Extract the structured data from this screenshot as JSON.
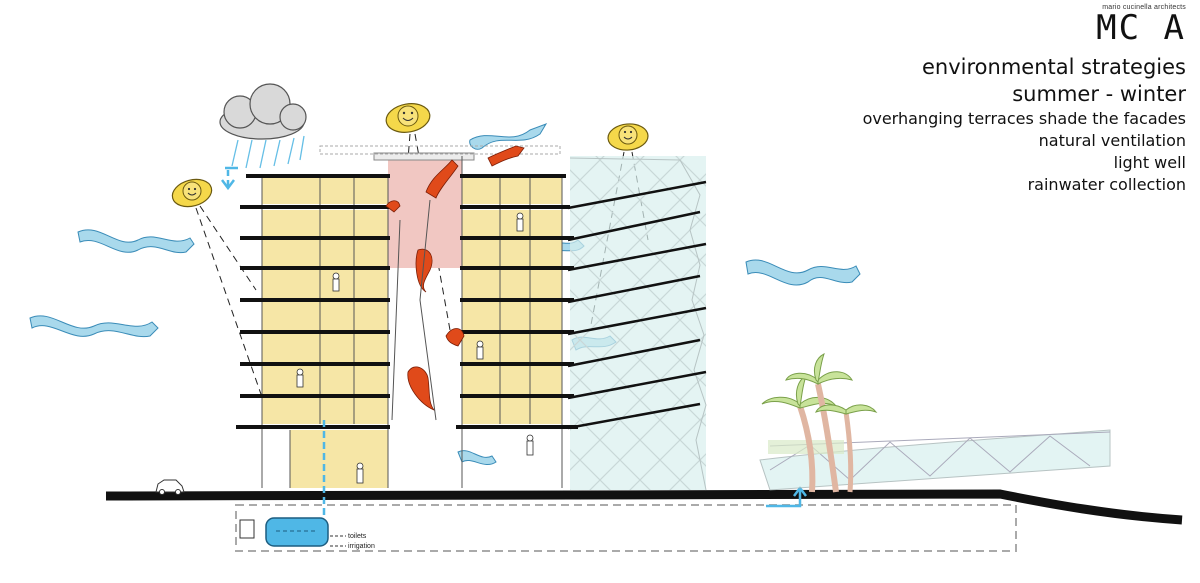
{
  "firm": "mario cucinella architects",
  "logo": "MC A",
  "heading": "environmental strategies",
  "subheading": "summer - winter",
  "strategies": [
    "overhanging terraces shade the facades",
    "natural ventilation",
    "light well",
    "rainwater collection"
  ],
  "tank_outlets": [
    "toilets",
    "irrigation"
  ],
  "colors": {
    "office_fill": "#f6e6a6",
    "light_well": "#f1c7c2",
    "glass": "#d8f0ee",
    "wind": "#a9d9ec",
    "sun": "#f5d84a",
    "warm_air": "#e04a1a",
    "water": "#4fb7e6",
    "ground": "#111111"
  }
}
